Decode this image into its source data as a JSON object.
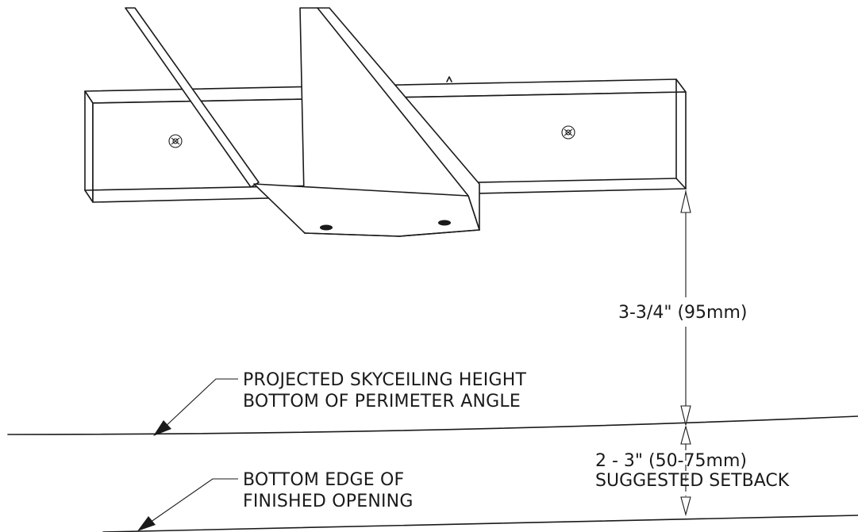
{
  "labels": {
    "skyceiling_line1": "PROJECTED SKYCEILING HEIGHT",
    "skyceiling_line2": "BOTTOM OF PERIMETER ANGLE",
    "opening_line1": "BOTTOM EDGE OF",
    "opening_line2": "FINISHED OPENING"
  },
  "dimensions": {
    "upper": "3-3/4\"  (95mm)",
    "lower_line1": "2 - 3\" (50-75mm)",
    "lower_line2": "SUGGESTED SETBACK"
  },
  "icons": [
    "screw-head-icon",
    "screw-head-icon",
    "rivet-hole-icon",
    "rivet-hole-icon"
  ]
}
